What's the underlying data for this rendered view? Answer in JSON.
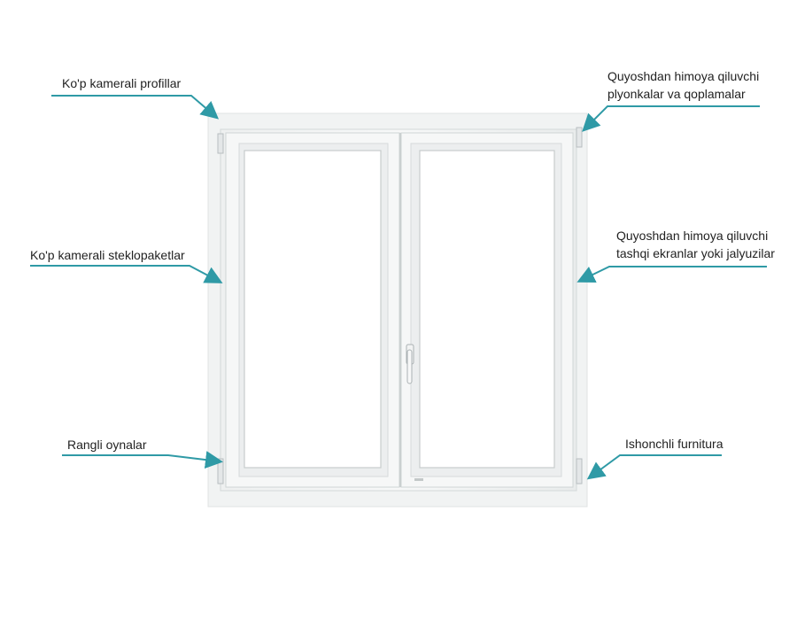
{
  "colors": {
    "accent": "#2f9aa6",
    "frame": "#f3f4f4",
    "frame_edge": "#d5d9da",
    "glass": "#ffffff",
    "text": "#222222"
  },
  "labels": {
    "multi_chamber_profiles": "Ko'p kamerali profillar",
    "multi_chamber_glazing": "Ko'p kamerali steklopaketlar",
    "tinted_windows": "Rangli oynalar",
    "sun_films_line1": "Quyoshdan himoya qiluvchi",
    "sun_films_line2": "plyonkalar va qoplamalar",
    "sun_screens_line1": "Quyoshdan himoya qiluvchi",
    "sun_screens_line2": "tashqi ekranlar yoki jalyuzilar",
    "hardware": "Ishonchli furnitura"
  },
  "icons": {
    "handle": "window-handle-icon",
    "hinge": "hinge-icon",
    "pointer": "arrow-pointer-icon"
  }
}
